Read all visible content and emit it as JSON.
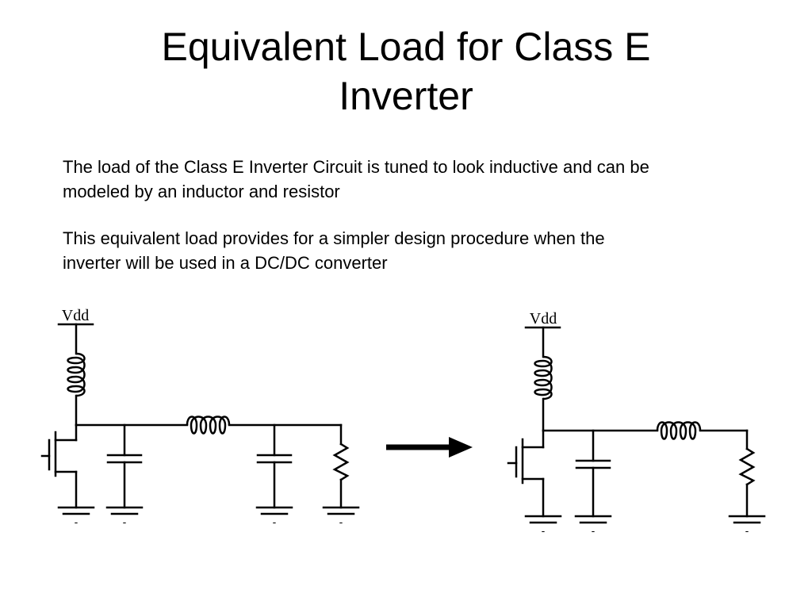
{
  "title": {
    "line1": "Equivalent Load for Class E",
    "line2": "Inverter"
  },
  "paragraphs": [
    {
      "line1": "The load of the Class E Inverter Circuit is tuned to look inductive and can be",
      "line2": "modeled by an inductor and resistor"
    },
    {
      "line1": "This equivalent load provides for a simpler design procedure when the",
      "line2": "inverter will be used in a DC/DC converter"
    }
  ],
  "left_circuit": {
    "supply_label": "Vdd",
    "ground_labels": [
      "-",
      "-",
      "-",
      "-"
    ]
  },
  "right_circuit": {
    "supply_label": "Vdd",
    "ground_labels": [
      "-",
      "-",
      "-"
    ]
  }
}
